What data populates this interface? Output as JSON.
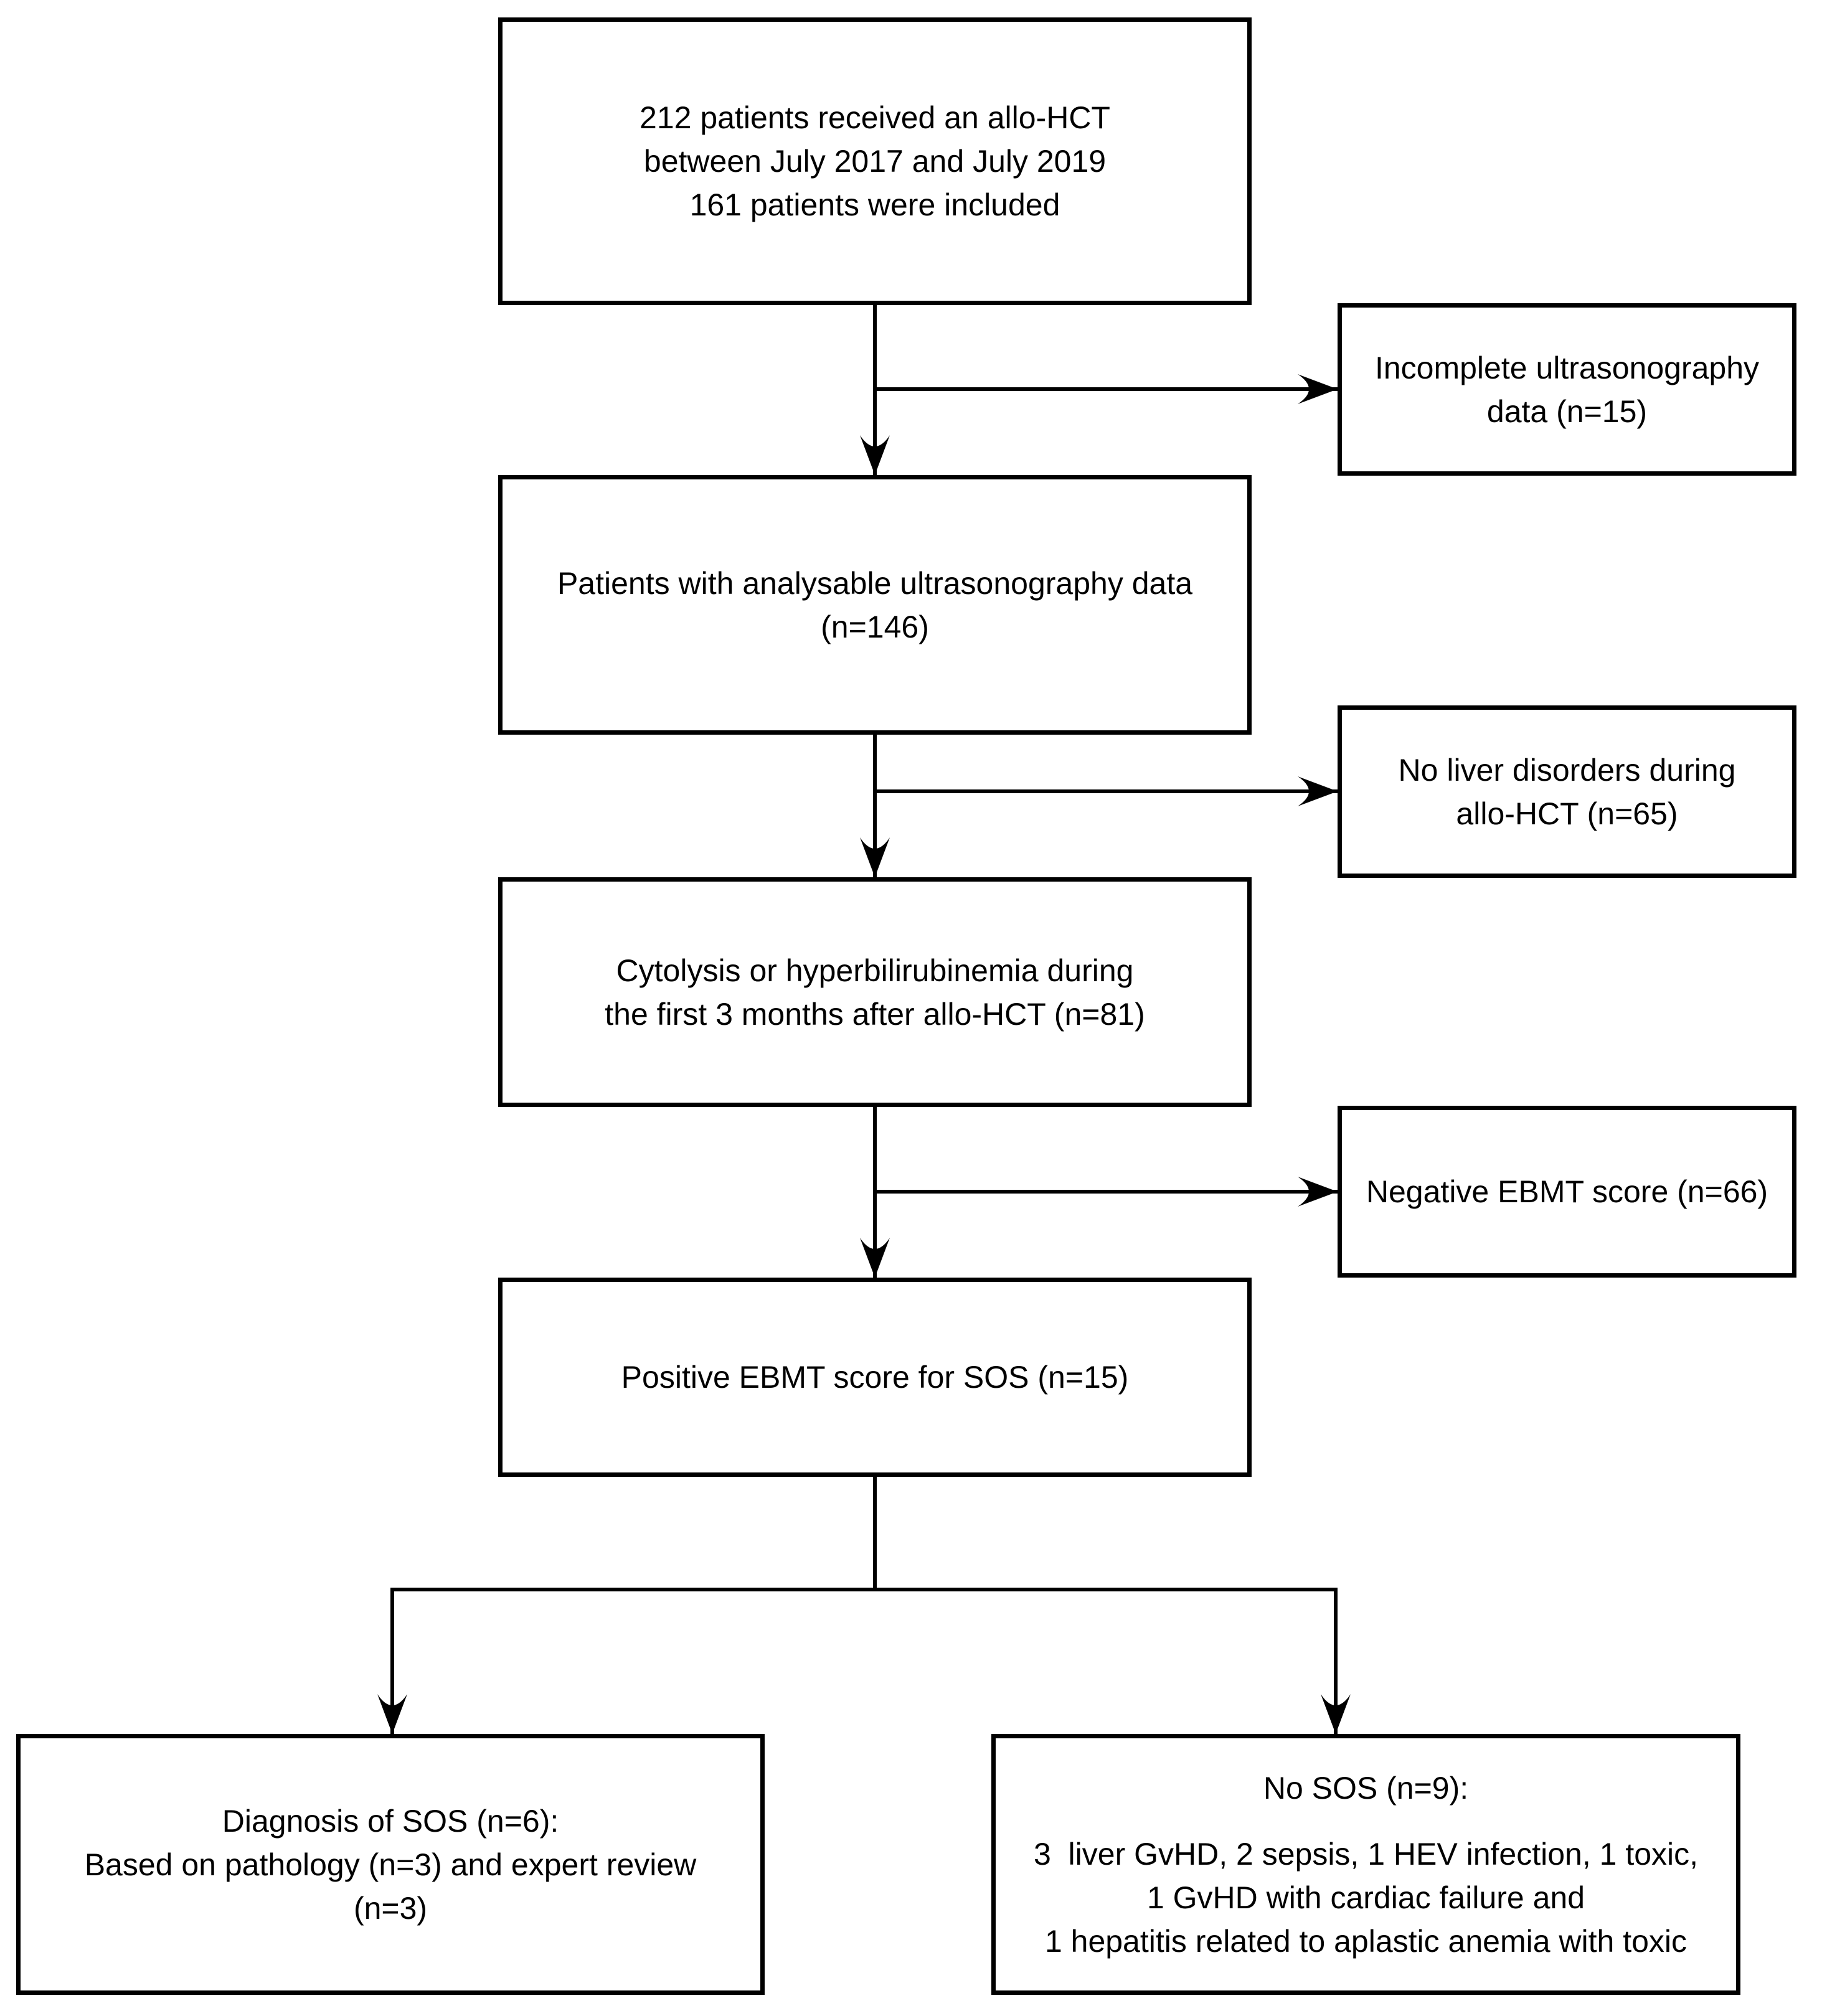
{
  "diagram": {
    "type": "flowchart",
    "colors": {
      "background": "#ffffff",
      "line": "#000000",
      "text": "#000000"
    },
    "boxes": {
      "received": {
        "lines": [
          "212 patients received an allo-HCT",
          "between July 2017 and July 2019",
          "161 patients were included"
        ]
      },
      "incomplete_us": {
        "lines": [
          "Incomplete ultrasonography",
          "data (n=15)"
        ]
      },
      "analysable": {
        "lines": [
          "Patients with analysable ultrasonography data",
          "(n=146)"
        ]
      },
      "no_liver_disorders": {
        "lines": [
          "No liver disorders during",
          "allo-HCT (n=65)"
        ]
      },
      "cytolysis": {
        "lines": [
          "Cytolysis or hyperbilirubinemia during",
          "the first 3 months after allo-HCT (n=81)"
        ]
      },
      "negative_ebmt": {
        "lines": [
          "Negative EBMT score (n=66)"
        ]
      },
      "positive_ebmt": {
        "lines": [
          "Positive EBMT score for SOS (n=15)"
        ]
      },
      "diagnosis_sos": {
        "lines": [
          "Diagnosis of SOS (n=6):",
          "Based on pathology (n=3) and expert review",
          "(n=3)"
        ]
      },
      "no_sos": {
        "title": "No SOS (n=9):",
        "lines": [
          "3  liver GvHD, 2 sepsis, 1 HEV infection, 1 toxic,",
          "1 GvHD with cardiac failure and",
          "1 hepatitis related to aplastic anemia with toxic"
        ]
      }
    }
  }
}
